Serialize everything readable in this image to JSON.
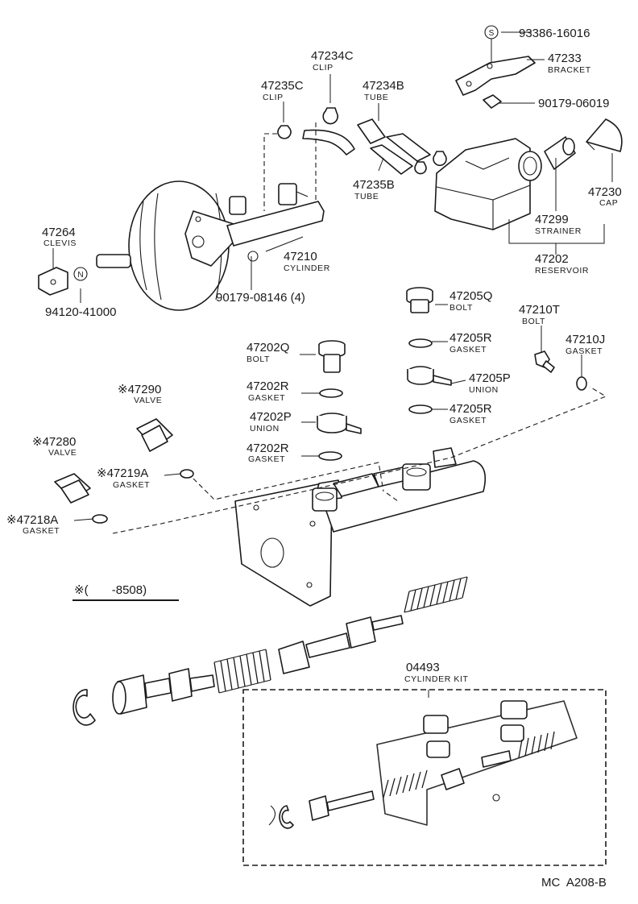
{
  "diagram_code": "MC  A208-B",
  "footnote": {
    "range": "※(       -8508)"
  },
  "markers": {
    "s": "S",
    "n": "N"
  },
  "labels": {
    "p93386": {
      "number": "93386-16016"
    },
    "p47233": {
      "number": "47233",
      "name": "BRACKET"
    },
    "p90179a": {
      "number": "90179-06019"
    },
    "p47234c": {
      "number": "47234C",
      "name": "CLIP"
    },
    "p47235c": {
      "number": "47235C",
      "name": "CLIP"
    },
    "p47234b": {
      "number": "47234B",
      "name": "TUBE"
    },
    "p47235b": {
      "number": "47235B",
      "name": "TUBE"
    },
    "p47230": {
      "number": "47230",
      "name": "CAP"
    },
    "p47299": {
      "number": "47299",
      "name": "STRAINER"
    },
    "p47202": {
      "number": "47202",
      "name": "RESERVOIR"
    },
    "p47264": {
      "number": "47264",
      "name": "CLEVIS"
    },
    "p94120": {
      "number": "94120-41000"
    },
    "p47210": {
      "number": "47210",
      "name": "CYLINDER"
    },
    "p90179b": {
      "number": "90179-08146 (4)"
    },
    "p47205q": {
      "number": "47205Q",
      "name": "BOLT"
    },
    "p47205r1": {
      "number": "47205R",
      "name": "GASKET"
    },
    "p47205p": {
      "number": "47205P",
      "name": "UNION"
    },
    "p47205r2": {
      "number": "47205R",
      "name": "GASKET"
    },
    "p47210t": {
      "number": "47210T",
      "name": "BOLT"
    },
    "p47210j": {
      "number": "47210J",
      "name": "GASKET"
    },
    "p47202q": {
      "number": "47202Q",
      "name": "BOLT"
    },
    "p47202r1": {
      "number": "47202R",
      "name": "GASKET"
    },
    "p47202p": {
      "number": "47202P",
      "name": "UNION"
    },
    "p47202r2": {
      "number": "47202R",
      "name": "GASKET"
    },
    "p47290": {
      "number": "※47290",
      "name": "VALVE"
    },
    "p47280": {
      "number": "※47280",
      "name": "VALVE"
    },
    "p47219a": {
      "number": "※47219A",
      "name": "GASKET"
    },
    "p47218a": {
      "number": "※47218A",
      "name": "GASKET"
    },
    "p04493": {
      "number": "04493",
      "name": "CYLINDER KIT"
    }
  }
}
